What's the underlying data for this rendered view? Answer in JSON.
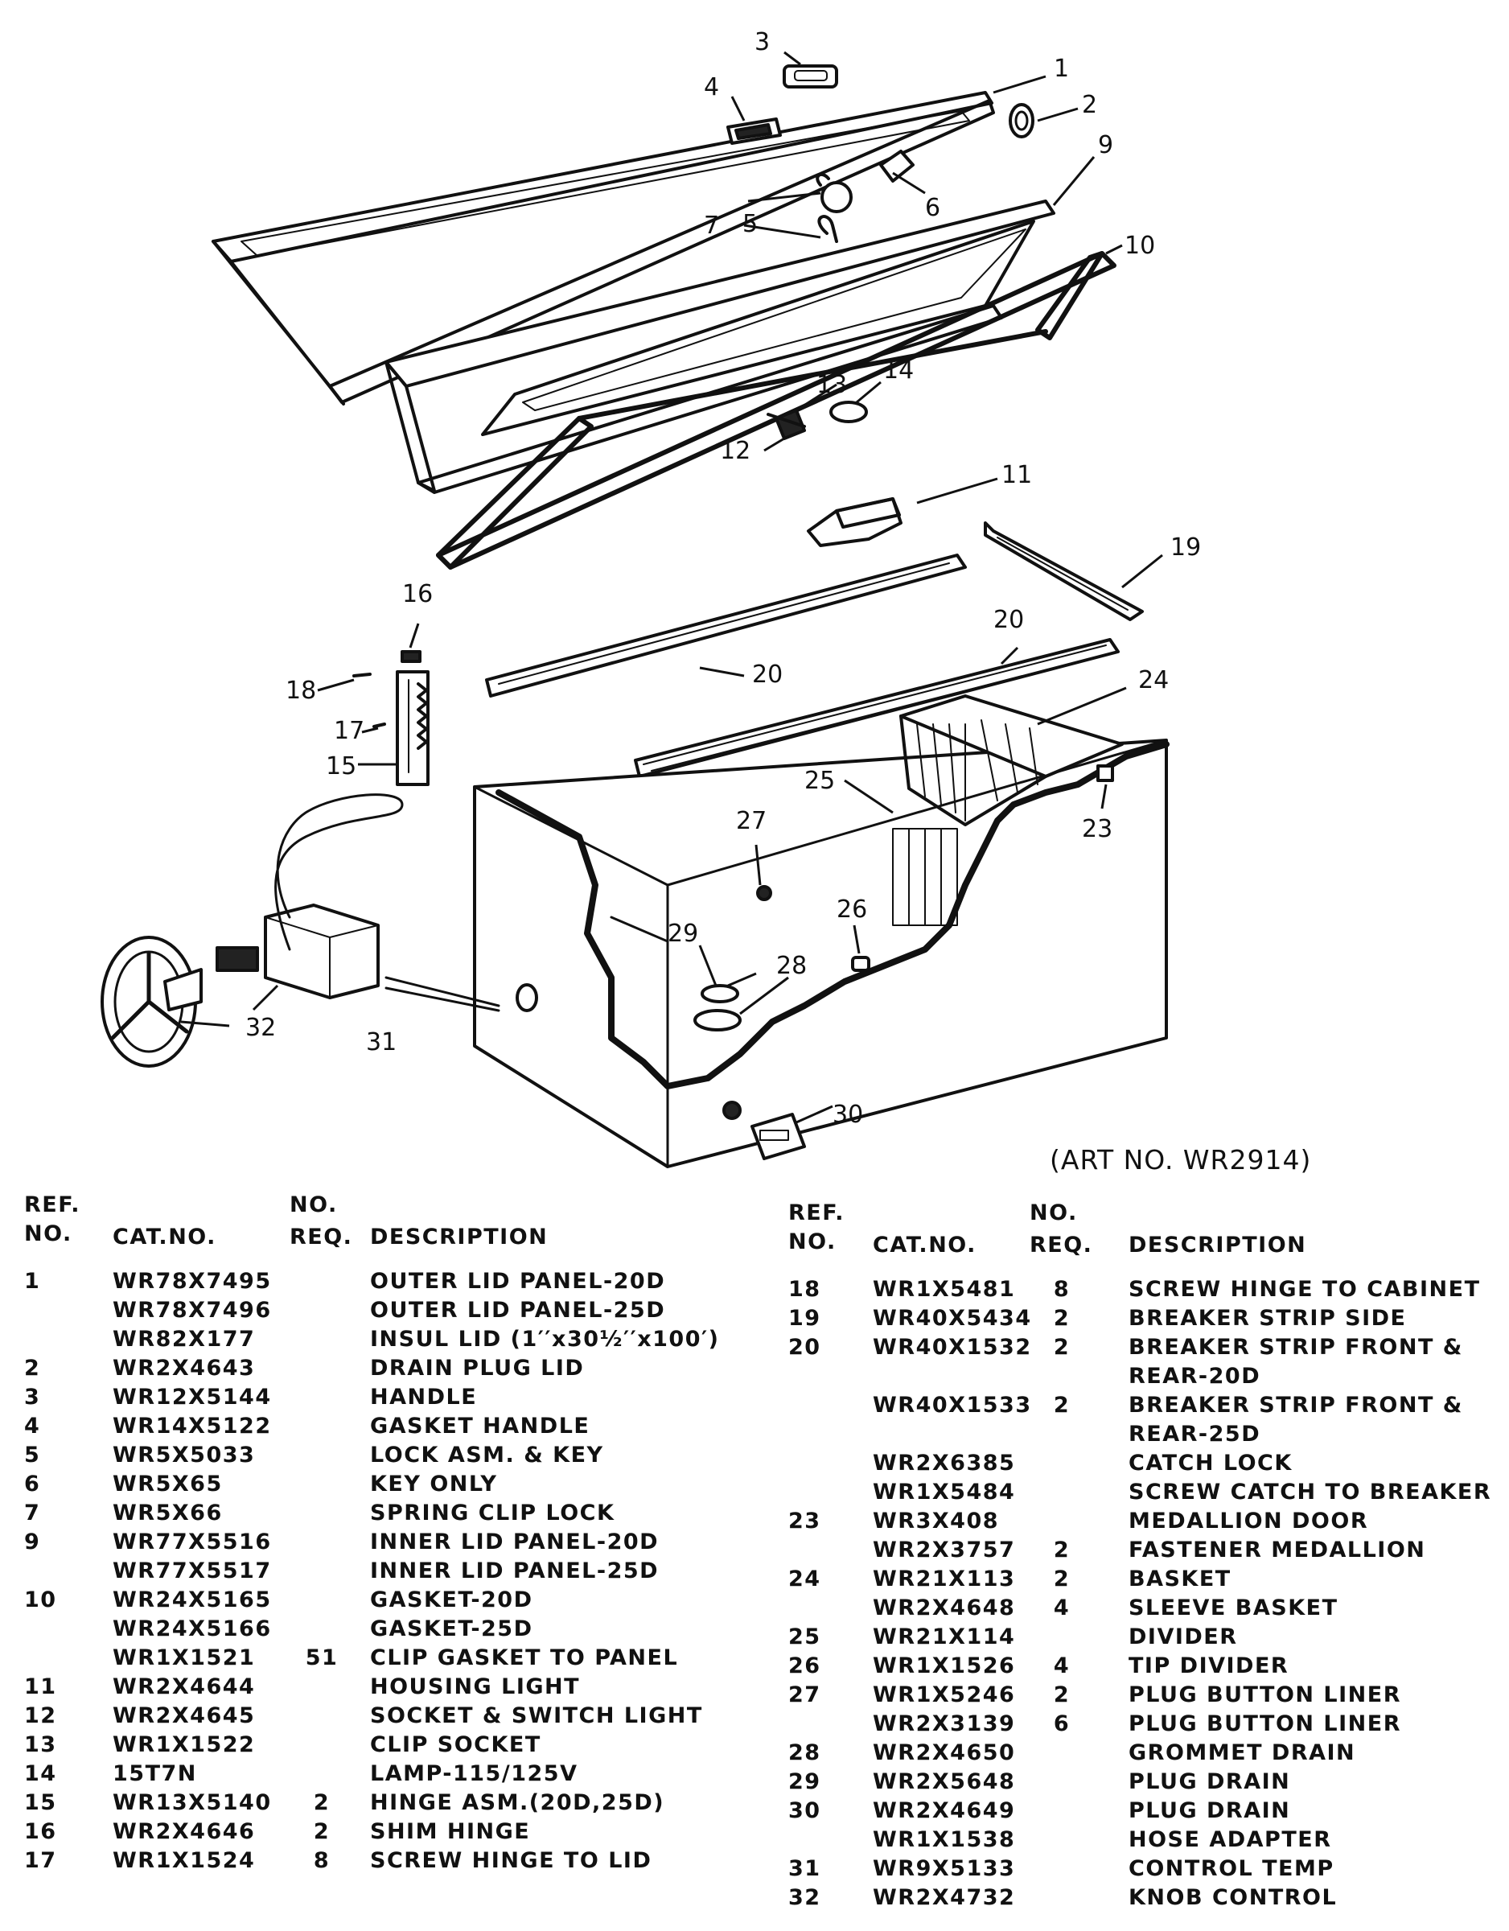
{
  "art_no": "(ART NO. WR2914)",
  "callouts": [
    "1",
    "2",
    "3",
    "4",
    "5",
    "6",
    "7",
    "9",
    "10",
    "11",
    "12",
    "13",
    "14",
    "15",
    "16",
    "17",
    "18",
    "19",
    "20",
    "20",
    "23",
    "24",
    "25",
    "26",
    "27",
    "28",
    "29",
    "30",
    "31",
    "32"
  ],
  "headers": {
    "ref": "REF.",
    "no": "NO.",
    "cat": "CAT.NO.",
    "no_req_top": "NO.",
    "req": "REQ.",
    "desc": "DESCRIPTION"
  },
  "parts_left": [
    {
      "ref": "1",
      "cat": "WR78X7495",
      "req": "",
      "desc": "OUTER LID PANEL-20D"
    },
    {
      "ref": "",
      "cat": "WR78X7496",
      "req": "",
      "desc": "OUTER LID PANEL-25D"
    },
    {
      "ref": "",
      "cat": "WR82X177",
      "req": "",
      "desc": "INSUL LID (1′′x30½′′x100′)"
    },
    {
      "ref": "2",
      "cat": "WR2X4643",
      "req": "",
      "desc": "DRAIN PLUG LID"
    },
    {
      "ref": "3",
      "cat": "WR12X5144",
      "req": "",
      "desc": "HANDLE"
    },
    {
      "ref": "4",
      "cat": "WR14X5122",
      "req": "",
      "desc": "GASKET HANDLE"
    },
    {
      "ref": "5",
      "cat": "WR5X5033",
      "req": "",
      "desc": "LOCK ASM. & KEY"
    },
    {
      "ref": "6",
      "cat": "WR5X65",
      "req": "",
      "desc": "KEY ONLY"
    },
    {
      "ref": "7",
      "cat": "WR5X66",
      "req": "",
      "desc": "SPRING CLIP LOCK"
    },
    {
      "ref": "9",
      "cat": "WR77X5516",
      "req": "",
      "desc": "INNER LID PANEL-20D"
    },
    {
      "ref": "",
      "cat": "WR77X5517",
      "req": "",
      "desc": "INNER LID PANEL-25D"
    },
    {
      "ref": "10",
      "cat": "WR24X5165",
      "req": "",
      "desc": "GASKET-20D"
    },
    {
      "ref": "",
      "cat": "WR24X5166",
      "req": "",
      "desc": "GASKET-25D"
    },
    {
      "ref": "",
      "cat": "WR1X1521",
      "req": "51",
      "desc": "CLIP GASKET TO PANEL"
    },
    {
      "ref": "11",
      "cat": "WR2X4644",
      "req": "",
      "desc": "HOUSING LIGHT"
    },
    {
      "ref": "12",
      "cat": "WR2X4645",
      "req": "",
      "desc": "SOCKET & SWITCH LIGHT"
    },
    {
      "ref": "13",
      "cat": "WR1X1522",
      "req": "",
      "desc": "CLIP SOCKET"
    },
    {
      "ref": "14",
      "cat": "15T7N",
      "req": "",
      "desc": "LAMP-115/125V"
    },
    {
      "ref": "15",
      "cat": "WR13X5140",
      "req": "2",
      "desc": "HINGE ASM.(20D,25D)"
    },
    {
      "ref": "16",
      "cat": "WR2X4646",
      "req": "2",
      "desc": "SHIM HINGE"
    },
    {
      "ref": "17",
      "cat": "WR1X1524",
      "req": "8",
      "desc": "SCREW HINGE TO LID"
    }
  ],
  "parts_right": [
    {
      "ref": "18",
      "cat": "WR1X5481",
      "req": "8",
      "desc": "SCREW HINGE TO CABINET"
    },
    {
      "ref": "19",
      "cat": "WR40X5434",
      "req": "2",
      "desc": "BREAKER STRIP SIDE"
    },
    {
      "ref": "20",
      "cat": "WR40X1532",
      "req": "2",
      "desc": "BREAKER STRIP FRONT &"
    },
    {
      "ref": "",
      "cat": "",
      "req": "",
      "desc": "REAR-20D"
    },
    {
      "ref": "",
      "cat": "WR40X1533",
      "req": "2",
      "desc": "BREAKER STRIP FRONT &"
    },
    {
      "ref": "",
      "cat": "",
      "req": "",
      "desc": "REAR-25D"
    },
    {
      "ref": "",
      "cat": "WR2X6385",
      "req": "",
      "desc": "CATCH LOCK"
    },
    {
      "ref": "",
      "cat": "WR1X5484",
      "req": "",
      "desc": "SCREW CATCH TO BREAKER"
    },
    {
      "ref": "23",
      "cat": "WR3X408",
      "req": "",
      "desc": "MEDALLION DOOR"
    },
    {
      "ref": "",
      "cat": "WR2X3757",
      "req": "2",
      "desc": "FASTENER MEDALLION"
    },
    {
      "ref": "24",
      "cat": "WR21X113",
      "req": "2",
      "desc": "BASKET"
    },
    {
      "ref": "",
      "cat": "WR2X4648",
      "req": "4",
      "desc": "SLEEVE BASKET"
    },
    {
      "ref": "25",
      "cat": "WR21X114",
      "req": "",
      "desc": "DIVIDER"
    },
    {
      "ref": "26",
      "cat": "WR1X1526",
      "req": "4",
      "desc": "TIP DIVIDER"
    },
    {
      "ref": "27",
      "cat": "WR1X5246",
      "req": "2",
      "desc": "PLUG BUTTON LINER"
    },
    {
      "ref": "",
      "cat": "WR2X3139",
      "req": "6",
      "desc": "PLUG BUTTON LINER"
    },
    {
      "ref": "28",
      "cat": "WR2X4650",
      "req": "",
      "desc": "GROMMET DRAIN"
    },
    {
      "ref": "29",
      "cat": "WR2X5648",
      "req": "",
      "desc": "PLUG DRAIN"
    },
    {
      "ref": "30",
      "cat": "WR2X4649",
      "req": "",
      "desc": "PLUG DRAIN"
    },
    {
      "ref": "",
      "cat": "WR1X1538",
      "req": "",
      "desc": "HOSE ADAPTER"
    },
    {
      "ref": "31",
      "cat": "WR9X5133",
      "req": "",
      "desc": "CONTROL TEMP"
    },
    {
      "ref": "32",
      "cat": "WR2X4732",
      "req": "",
      "desc": "KNOB CONTROL"
    }
  ]
}
